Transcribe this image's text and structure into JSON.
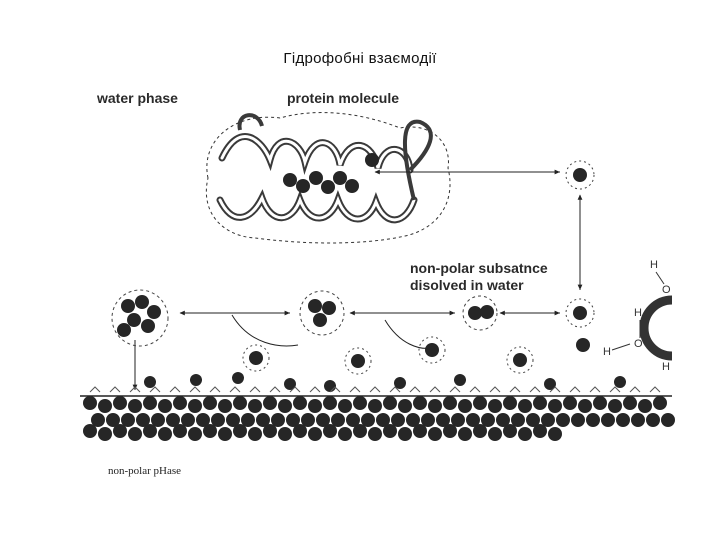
{
  "slide": {
    "title": "Гідрофобні взаємодії"
  },
  "labels": {
    "water_phase": "water phase",
    "protein_molecule": "protein molecule",
    "nonpolar_line1": "non-polar subsatnce",
    "nonpolar_line2": "disolved in water",
    "nonpolar_phase": "non-polar pHase"
  },
  "water_molecule": {
    "atom_o": "O",
    "atom_h": "H"
  },
  "colors": {
    "ink": "#1f1f1f",
    "particle": "#262626",
    "background": "#ffffff"
  }
}
